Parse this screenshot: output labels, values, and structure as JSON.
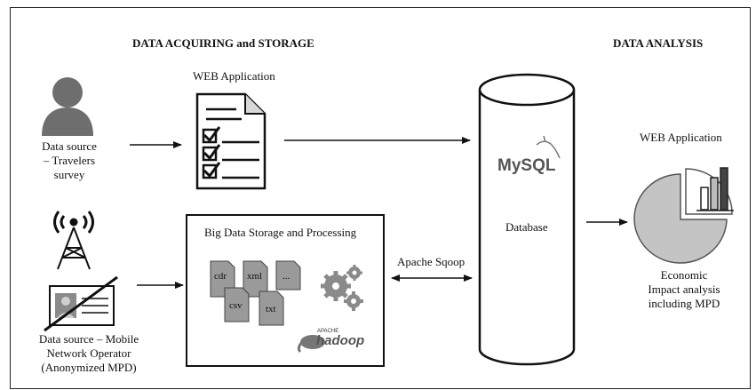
{
  "headers": {
    "left": "DATA ACQUIRING and STORAGE",
    "right": "DATA ANALYSIS"
  },
  "web_app_left": "WEB Application",
  "web_app_right": "WEB Application",
  "source_travelers": [
    "Data source",
    "– Travelers",
    "survey"
  ],
  "source_mobile": [
    "Data source – Mobile",
    "Network Operator",
    "(Anonymized MPD)"
  ],
  "storage_title": "Big Data Storage and Processing",
  "files": {
    "cdr": "cdr",
    "xml": "xml",
    "dots": "...",
    "csv": "csv",
    "txt": "txt"
  },
  "hadoop": {
    "apache": "APACHE",
    "name": "hadoop"
  },
  "sqoop_label": "Apache Sqoop",
  "mysql_label": "MySQL",
  "database_label": "Database",
  "economic": [
    "Economic",
    "Impact analysis",
    "including MPD"
  ]
}
